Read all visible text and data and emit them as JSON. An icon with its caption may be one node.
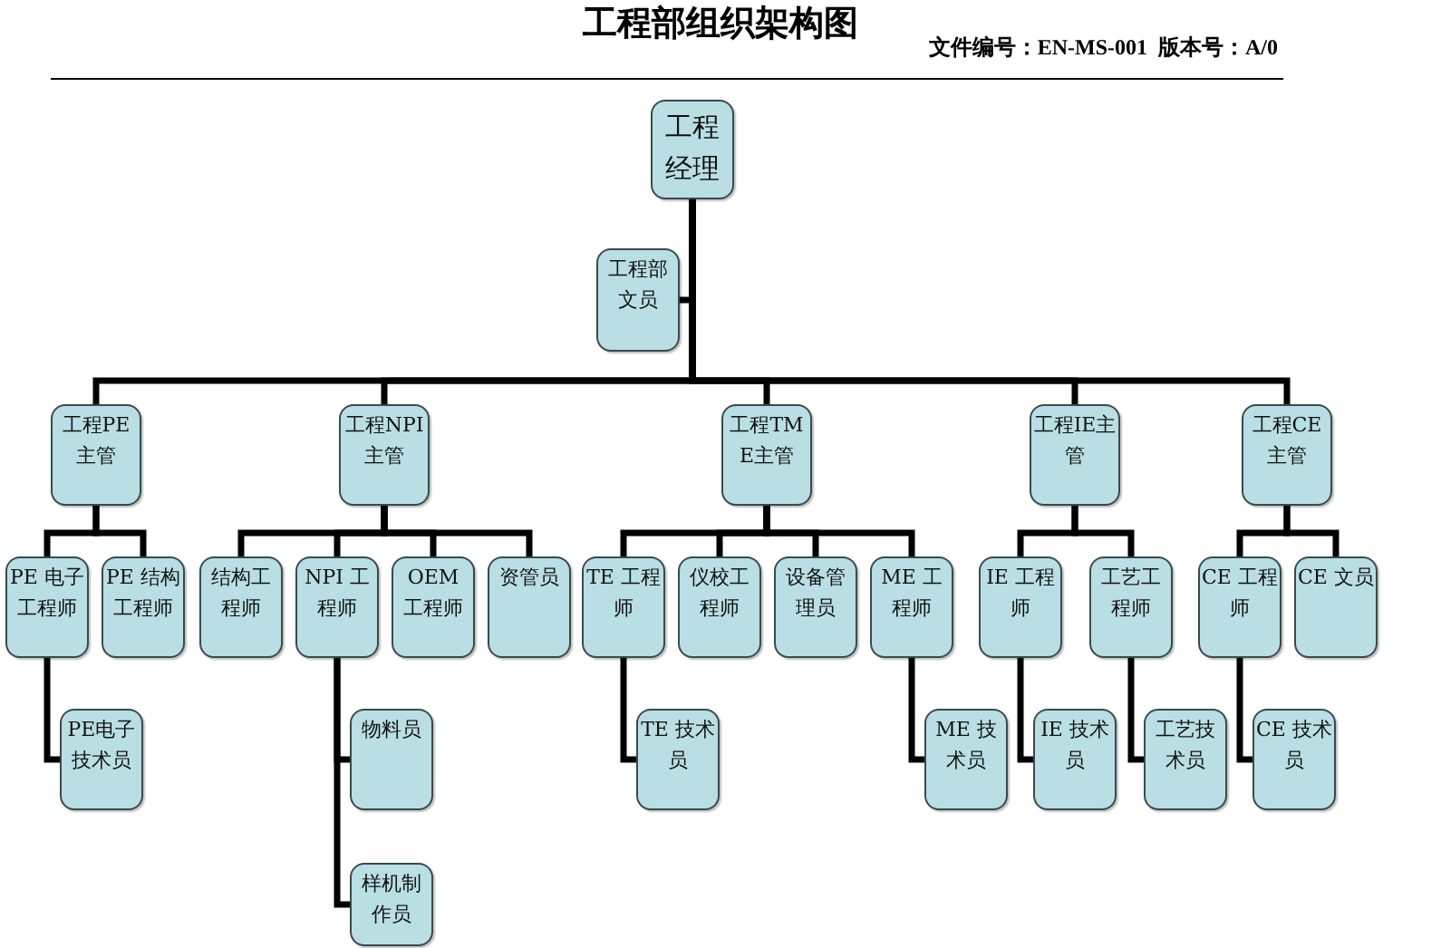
{
  "diagram": {
    "title": "工程部组织架构图",
    "nodes": [
      {
        "text": [
          "工程经理"
        ]
      },
      {
        "text": [
          "工程部文员"
        ]
      },
      {
        "text": [
          "工程PE主管"
        ]
      },
      {
        "text": [
          "工程NPI主管"
        ]
      },
      {
        "text": [
          "工程TME主管"
        ]
      },
      {
        "text": [
          "工程IE主管"
        ]
      },
      {
        "text": [
          "工程CE主管"
        ]
      },
      {
        "text": [
          "PE 电子工程师"
        ]
      },
      {
        "text": [
          "PE 结构工程师"
        ]
      },
      {
        "text": [
          "结构工程师"
        ]
      },
      {
        "text": [
          "NPI 工程师"
        ]
      },
      {
        "text": [
          "OEM 工程师"
        ]
      },
      {
        "text": [
          "资管员"
        ]
      },
      {
        "text": [
          "TE 工程师"
        ]
      },
      {
        "text": [
          "仪校工程师"
        ]
      },
      {
        "text": [
          "设备管理员"
        ]
      },
      {
        "text": [
          "ME 工程师"
        ]
      },
      {
        "text": [
          "IE 工程师"
        ]
      },
      {
        "text": [
          "工艺工程师"
        ]
      },
      {
        "text": [
          "CE 工程师"
        ]
      },
      {
        "text": [
          "CE 文员"
        ]
      },
      {
        "text": [
          "PE电子技术员"
        ]
      },
      {
        "text": [
          "物料员"
        ]
      },
      {
        "text": [
          "样机制作员"
        ]
      },
      {
        "text": [
          "TE 技术员"
        ]
      },
      {
        "text": [
          "ME 技术员"
        ]
      },
      {
        "text": [
          "IE 技术员"
        ]
      },
      {
        "text": [
          "工艺技术员"
        ]
      },
      {
        "text": [
          "CE 技术员"
        ]
      }
    ],
    "edges": [
      {
        "from": 0,
        "to": 1,
        "arrow": "none"
      },
      {
        "from": 0,
        "to": 2,
        "arrow": "none"
      },
      {
        "from": 0,
        "to": 3,
        "arrow": "none"
      },
      {
        "from": 0,
        "to": 4,
        "arrow": "none"
      },
      {
        "from": 0,
        "to": 5,
        "arrow": "none"
      },
      {
        "from": 0,
        "to": 6,
        "arrow": "none"
      },
      {
        "from": 2,
        "to": 7,
        "arrow": "none"
      },
      {
        "from": 2,
        "to": 8,
        "arrow": "none"
      },
      {
        "from": 3,
        "to": 9,
        "arrow": "none"
      },
      {
        "from": 3,
        "to": 10,
        "arrow": "none"
      },
      {
        "from": 3,
        "to": 11,
        "arrow": "none"
      },
      {
        "from": 3,
        "to": 12,
        "arrow": "none"
      },
      {
        "from": 4,
        "to": 13,
        "arrow": "none"
      },
      {
        "from": 4,
        "to": 14,
        "arrow": "none"
      },
      {
        "from": 4,
        "to": 15,
        "arrow": "none"
      },
      {
        "from": 4,
        "to": 16,
        "arrow": "none"
      },
      {
        "from": 5,
        "to": 17,
        "arrow": "none"
      },
      {
        "from": 5,
        "to": 18,
        "arrow": "none"
      },
      {
        "from": 6,
        "to": 19,
        "arrow": "none"
      },
      {
        "from": 6,
        "to": 20,
        "arrow": "none"
      },
      {
        "from": 7,
        "to": 21,
        "arrow": "none"
      },
      {
        "from": 10,
        "to": 22,
        "arrow": "none"
      },
      {
        "from": 10,
        "to": 23,
        "arrow": "none"
      },
      {
        "from": 13,
        "to": 24,
        "arrow": "none"
      },
      {
        "from": 16,
        "to": 25,
        "arrow": "none"
      },
      {
        "from": 17,
        "to": 26,
        "arrow": "none"
      },
      {
        "from": 18,
        "to": 27,
        "arrow": "none"
      },
      {
        "from": 19,
        "to": 28,
        "arrow": "none"
      }
    ],
    "labels": [
      "文件编号：EN-MS-001",
      "版本号：A/0"
    ]
  }
}
